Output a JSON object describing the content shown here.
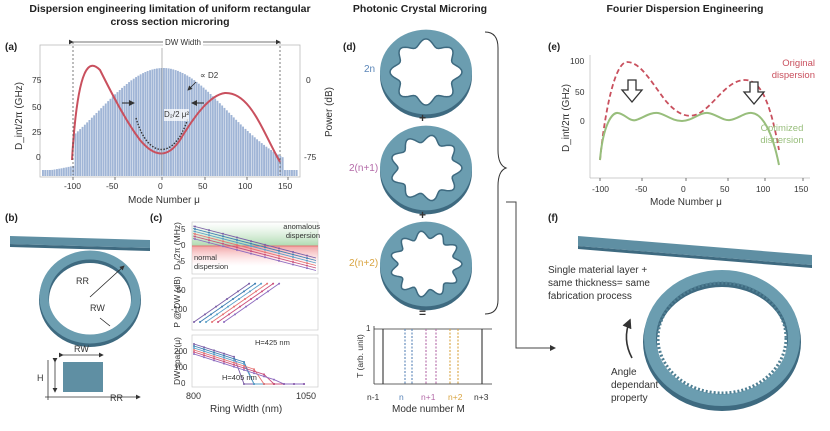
{
  "headers": {
    "left_line1": "Dispersion engineering limitation of uniform rectangular",
    "left_line2": "cross section microring",
    "middle": "Photonic Crystal Microring",
    "right": "Fourier Dispersion Engineering"
  },
  "panel_labels": {
    "a": "(a)",
    "b": "(b)",
    "c": "(c)",
    "d": "(d)",
    "e": "(e)",
    "f": "(f)"
  },
  "panel_a": {
    "dw_width": "DW Width",
    "ylabel_left": "D_int/2π (GHz)",
    "ylabel_right": "Power (dB)",
    "xlabel": "Mode Number μ",
    "xticks": [
      "-100",
      "-50",
      "0",
      "50",
      "100",
      "150"
    ],
    "yticks_left": [
      "75",
      "50",
      "25",
      "0"
    ],
    "yticks_right": [
      "0",
      "-75"
    ],
    "ann_d2": "∝ D2",
    "ann_d2mu": "D₂/2 μ²"
  },
  "panel_b": {
    "rr": "RR",
    "rw": "RW",
    "rw_box": "RW",
    "h": "H",
    "rr_axis": "RR"
  },
  "panel_c": {
    "ylabel1": "D₂/2π (MHz)",
    "ylabel2": "P @ DW (dB)",
    "ylabel3": "DW span (μ)",
    "xlabel": "Ring Width (nm)",
    "xticks": [
      "800",
      "1050"
    ],
    "y1ticks": [
      "5",
      "0",
      "-5"
    ],
    "y2ticks": [
      "-50",
      "-100"
    ],
    "y3ticks": [
      "200",
      "100",
      "0"
    ],
    "anomalous": "anomalous dispersion",
    "normal": "normal dispersion",
    "h425": "H=425 nm",
    "h405": "H=405 nm"
  },
  "panel_d": {
    "ring1": "2n",
    "plus1": "+",
    "ring2": "2(n+1)",
    "plus2": "+",
    "ring3": "2(n+2)",
    "equals": "=",
    "ylabel": "T (arb. unit)",
    "ytick": "1",
    "xlabel": "Mode number M",
    "xticks": [
      "n-1",
      "n",
      "n+1",
      "n+2",
      "n+3"
    ],
    "colors": {
      "n": "#5b86b8",
      "n1": "#b46aa8",
      "n2": "#d9a441"
    }
  },
  "panel_e": {
    "ylabel": "D_int/2π (GHz)",
    "xlabel": "Mode Number μ",
    "xticks": [
      "-100",
      "-50",
      "0",
      "50",
      "100",
      "150"
    ],
    "yticks": [
      "100",
      "50",
      "0"
    ],
    "original": "Original dispersion",
    "optimized": "Optimized dispersion",
    "colors": {
      "original": "#c9505e",
      "optimized": "#98be7c"
    }
  },
  "panel_f": {
    "text1": "Single material layer + same thickness= same fabrication process",
    "text2": "Angle dependant property"
  },
  "colors": {
    "ring": "#5f8fa3",
    "ring_dark": "#3e6a80",
    "hist": "#8fa8cf",
    "curve": "#c9505e"
  }
}
